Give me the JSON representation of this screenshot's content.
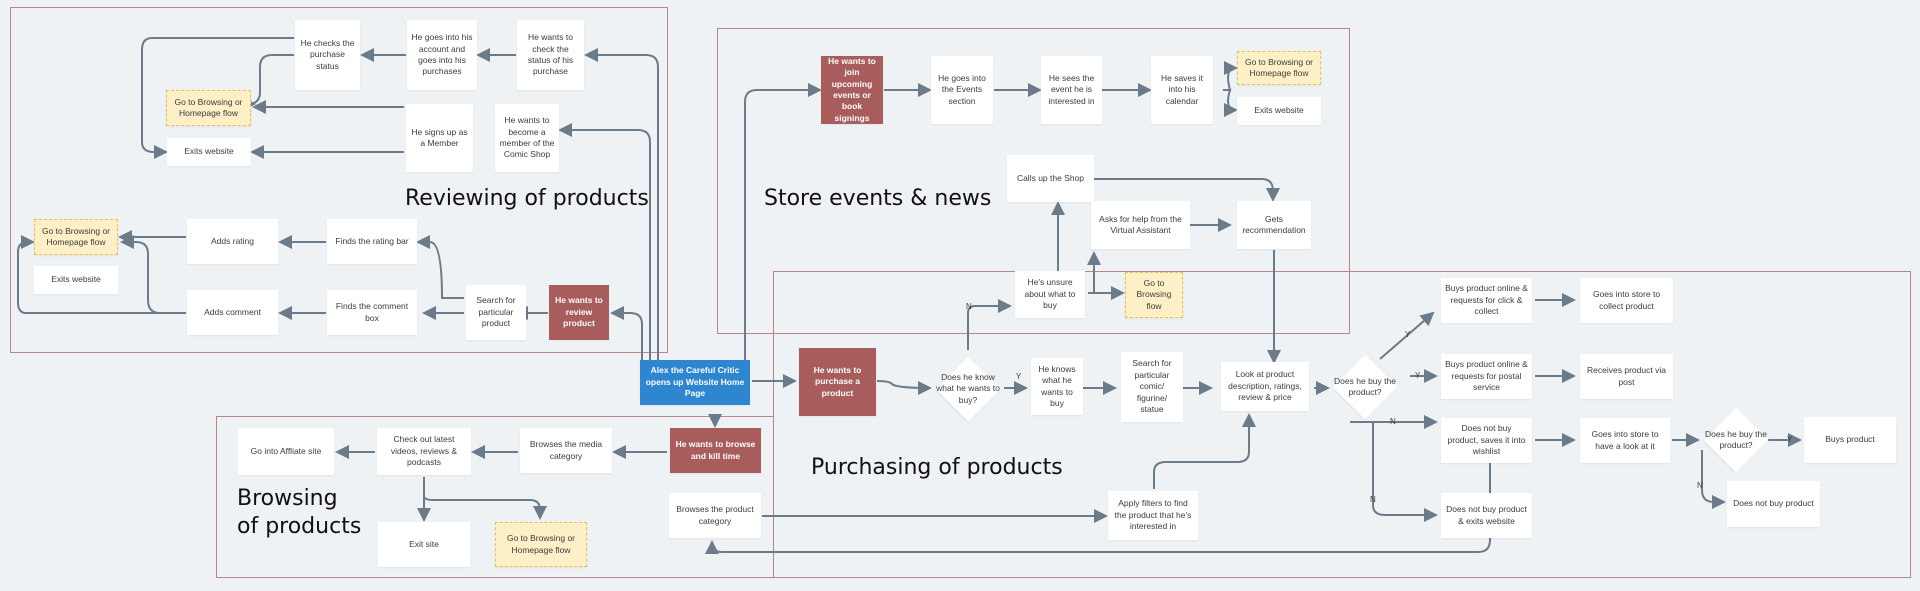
{
  "zones": {
    "reviewing": "Reviewing of products",
    "events": "Store events & news",
    "purchasing": "Purchasing of products",
    "browsing": "Browsing\nof products"
  },
  "nodes": {
    "start": "Alex the Careful Critic opens up Website Home Page",
    "r_checks_status": "He checks the purchase status",
    "r_goes_account": "He goes into his account and goes into his purchases",
    "r_wants_check": "He wants to check the status of his purchase",
    "r_goto_flow": "Go to Browsing or Homepage flow",
    "r_exits": "Exits website",
    "r_signs_up": "He signs up as a Member",
    "r_wants_member": "He wants to become a member of the Comic Shop",
    "r_goto_flow2": "Go to Browsing or Homepage flow",
    "r_exits2": "Exits website",
    "r_adds_rating": "Adds rating",
    "r_finds_rating": "Finds the rating bar",
    "r_adds_comment": "Adds comment",
    "r_finds_comment": "Finds the comment box",
    "r_search": "Search for particular product",
    "r_wants_review": "He wants to review product",
    "e_wants_join": "He wants to join upcoming events or book signings",
    "e_events_section": "He goes into the Events section",
    "e_sees_event": "He sees the event he is interested in",
    "e_saves": "He saves it into his calendar",
    "e_goto_flow": "Go to Browsing or Homepage flow",
    "e_exits": "Exits website",
    "p_calls_shop": "Calls up the Shop",
    "p_asks_help": "Asks for help from the Virtual Assistant",
    "p_gets_rec": "Gets recommendation",
    "p_unsure": "He's unsure about what to buy",
    "p_goto_flow": "Go to Browsing flow",
    "p_wants_purchase": "He wants to purchase a product",
    "p_knows_what": "Does he know what he wants to buy?",
    "p_knows": "He knows what he wants to buy",
    "p_search": "Search for particular comic/ figurine/ statue",
    "p_look": "Look at product description, ratings, review & price",
    "p_buy_q": "Does he buy the product?",
    "p_buy_click": "Buys product online & requests for click & collect",
    "p_collect": "Goes into store to collect product",
    "p_buy_postal": "Buys product online & requests for postal service",
    "p_receives": "Receives product via post",
    "p_wishlist": "Does not buy product, saves it into wishlist",
    "p_goes_store": "Goes into store to have a look at it",
    "p_buy_q2": "Does he buy the product?",
    "p_buys": "Buys product",
    "p_not_buy": "Does not buy product",
    "p_not_exits": "Does not buy product & exits website",
    "p_filters": "Apply filters to find the product that he's interested in",
    "b_wants_browse": "He wants to browse and kill time",
    "b_media": "Browses the media category",
    "b_checkout": "Check out latest videos, reviews & podcasts",
    "b_affiliate": "Go into Affliate site",
    "b_exit": "Exit site",
    "b_goto_flow": "Go to Browsing or Homepage flow",
    "b_product_cat": "Browses the product category"
  },
  "edge_labels": {
    "y1": "Y",
    "n1": "N",
    "y2": "Y",
    "y3": "Y",
    "n2": "N",
    "n3": "N",
    "y4": "Y",
    "n4": "N"
  },
  "colors": {
    "decision_red": "#a85c5c",
    "start_blue": "#2e86d1",
    "alt_flow_yellow": "#fdf0c6",
    "zone_border": "#b98585",
    "connector": "#6b7b8a"
  }
}
